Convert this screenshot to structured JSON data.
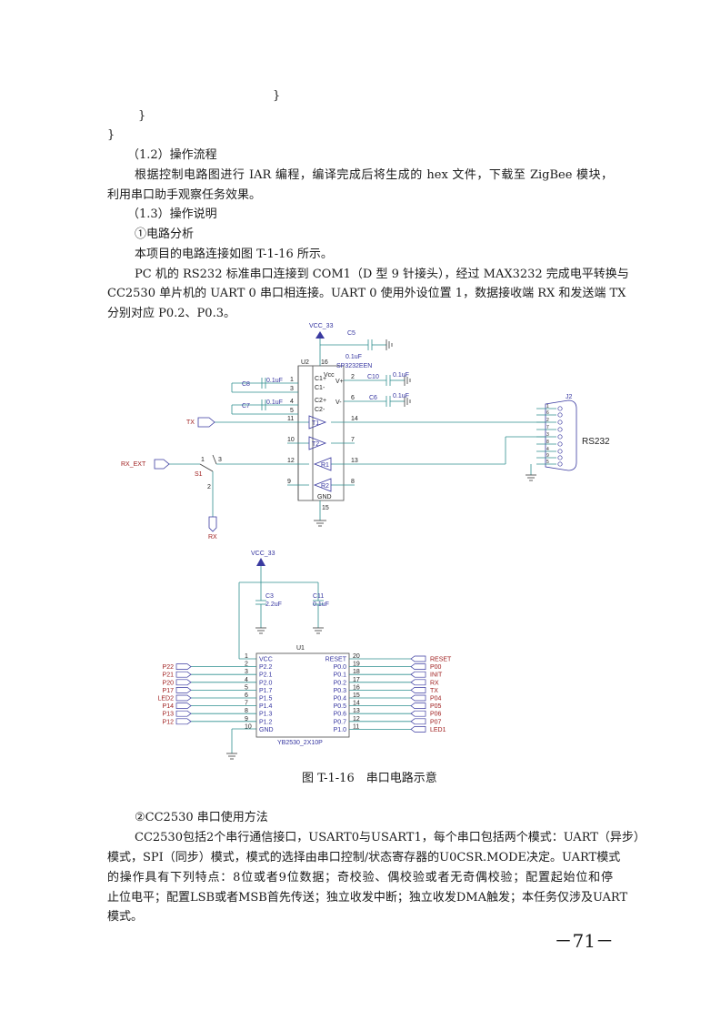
{
  "code": {
    "brace1": "}",
    "brace2": "}",
    "brace3": "}"
  },
  "sec12": {
    "heading": "（1.2）操作流程",
    "line1": "根据控制电路图进行 IAR 编程，编译完成后将生成的 hex 文件，下载至 ZigBee 模块，",
    "line2": "利用串口助手观察任务效果。"
  },
  "sec13": {
    "heading": "（1.3）操作说明",
    "sub1": "①电路分析",
    "p1": "本项目的电路连接如图 T-1-16 所示。",
    "p2_l1": "PC 机的 RS232 标准串口连接到 COM1（D 型 9 针接头），经过 MAX3232 完成电平转换与",
    "p2_l2": "CC2530 单片机的 UART 0 串口相连接。UART 0 使用外设位置 1，数据接收端 RX 和发送端 TX",
    "p2_l3": "分别对应 P0.2、P0.3。"
  },
  "schematic_top": {
    "vcc": "VCC_33",
    "c5": "C5",
    "c5_val": "0.1uF",
    "u2": "U2",
    "pin16": "16",
    "chip": "SP3232EEN",
    "c8": "C8",
    "c8_val": "0.1uF",
    "c7": "C7",
    "c7_val": "0.1uF",
    "c10": "C10",
    "c10_val": "0.1uF",
    "c6": "C6",
    "c6_val": "0.1uF",
    "c1p": "C1+",
    "c1m": "C1-",
    "c2p": "C2+",
    "c2m": "C2-",
    "vccp": "Vcc",
    "vplus": "V+",
    "vminus": "V-",
    "p1": "1",
    "p3": "3",
    "p4": "4",
    "p5": "5",
    "p2": "2",
    "p6": "6",
    "p11": "11",
    "p14": "14",
    "p10": "10",
    "p7": "7",
    "p12": "12",
    "p13": "13",
    "p9": "9",
    "p8": "8",
    "p15": "15",
    "t1": "T1",
    "t2": "T2",
    "r1": "R1",
    "r2": "R2",
    "gnd": "GND",
    "tx": "TX",
    "rx_ext": "RX_EXT",
    "s1": "S1",
    "s1_1": "1",
    "s1_3": "3",
    "s1_2": "2",
    "rx": "RX",
    "j2": "J2",
    "rs232": "RS232",
    "db9_pins": [
      "1",
      "6",
      "2",
      "7",
      "3",
      "8",
      "4",
      "9",
      "5"
    ]
  },
  "schematic_bottom": {
    "vcc": "VCC_33",
    "c3": "C3",
    "c3_val": "2.2uF",
    "c11": "C11",
    "c11_val": "0.1uF",
    "u1": "U1",
    "part": "YB2530_2X10P",
    "left_nets": [
      "P22",
      "P21",
      "P20",
      "P17",
      "LED2",
      "P14",
      "P13",
      "P12"
    ],
    "left_pins": [
      "VCC",
      "P2.2",
      "P2.1",
      "P2.0",
      "P1.7",
      "P1.5",
      "P1.4",
      "P1.3",
      "P1.2",
      "GND"
    ],
    "left_nums": [
      "1",
      "2",
      "3",
      "4",
      "5",
      "6",
      "7",
      "8",
      "9",
      "10"
    ],
    "right_pins": [
      "RESET",
      "P0.0",
      "P0.1",
      "P0.2",
      "P0.3",
      "P0.4",
      "P0.5",
      "P0.6",
      "P0.7",
      "P1.0"
    ],
    "right_nums": [
      "20",
      "19",
      "18",
      "17",
      "16",
      "15",
      "14",
      "13",
      "12",
      "11"
    ],
    "right_nets": [
      "RESET",
      "P00",
      "INIT",
      "RX",
      "TX",
      "P04",
      "P05",
      "P06",
      "P07",
      "LED1"
    ]
  },
  "caption": "图 T-1-16　串口电路示意",
  "sec2": {
    "heading": "②CC2530 串口使用方法",
    "l1": "CC2530包括2个串行通信接口，USART0与USART1，每个串口包括两个模式：UART（异步）",
    "l2": "模式，SPI（同步）模式，模式的选择由串口控制/状态寄存器的U0CSR.MODE决定。UART模式",
    "l3": "的操作具有下列特点：8位或者9位数据；奇校验、偶校验或者无奇偶校验；配置起始位和停",
    "l4": "止位电平；配置LSB或者MSB首先传送；独立收发中断；独立收发DMA触发；本任务仅涉及UART",
    "l5": "模式。"
  },
  "page_number": "－71－"
}
